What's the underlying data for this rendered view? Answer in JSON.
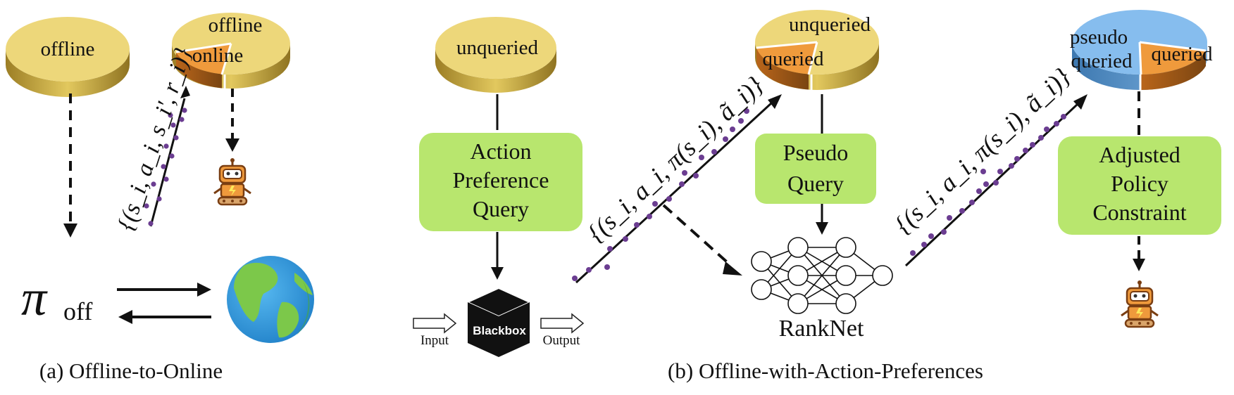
{
  "panel_a": {
    "pie_left_label": "offline",
    "pie_right_offline": "offline",
    "pie_right_online": "online",
    "transition_tuple": "{(s_i, a_i, s_i', r_i)}",
    "policy_symbol": "π",
    "policy_subscript": "off",
    "caption": "(a) Offline-to-Online"
  },
  "panel_b": {
    "pie1_label": "unqueried",
    "pie2_unqueried": "unqueried",
    "pie2_queried": "queried",
    "pie3_pseudo": "pseudo",
    "pie3_queried_left": "queried",
    "pie3_queried_right": "queried",
    "action_query": [
      "Action",
      "Preference",
      "Query"
    ],
    "pseudo_query": [
      "Pseudo",
      "Query"
    ],
    "adjusted_policy": [
      "Adjusted",
      "Policy",
      "Constraint"
    ],
    "blackbox": "Blackbox",
    "input_label": "Input",
    "output_label": "Output",
    "ranknet": "RankNet",
    "pref_tuple": "{(s_i, a_i, π(s_i), ã_i)}",
    "caption": "(b) Offline-with-Action-Preferences"
  },
  "colors": {
    "pie_yellow": "#EDD77A",
    "pie_yellow_side": "#B89A38",
    "pie_orange": "#EF9A3C",
    "pie_blue": "#86BDEE",
    "green_box": "#B8E66E",
    "dots": "#6B3D91",
    "blackbox": "#111111"
  },
  "icons": [
    "robot-icon",
    "earth-icon",
    "neural-network-icon",
    "blackbox-cube-icon"
  ]
}
